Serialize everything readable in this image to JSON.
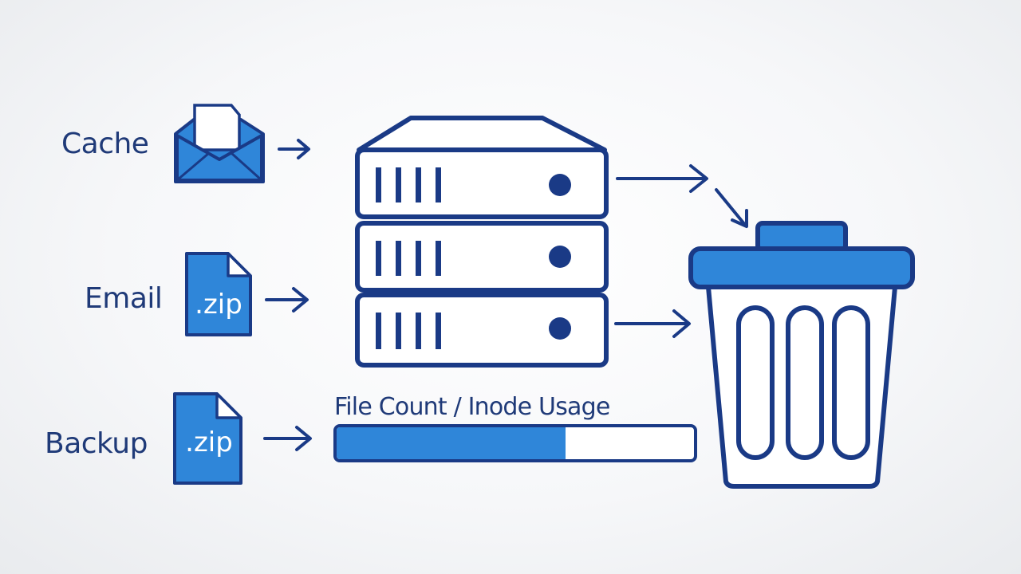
{
  "sources": {
    "cache": {
      "label": "Cache",
      "icon": "envelope-icon"
    },
    "email": {
      "label": "Email",
      "icon": "zip-file-icon",
      "file_ext": ".zip"
    },
    "backup": {
      "label": "Backup",
      "icon": "zip-file-icon",
      "file_ext": ".zip"
    }
  },
  "server": {
    "icon": "server-stack-icon",
    "units": 3
  },
  "trash": {
    "icon": "trash-bin-icon"
  },
  "progress": {
    "title": "File Count / Inode Usage",
    "fraction": 0.64
  },
  "colors": {
    "outline": "#1a3a86",
    "accent": "#2f86d9",
    "text": "#1f3a78",
    "background": "#f4f5f7"
  }
}
